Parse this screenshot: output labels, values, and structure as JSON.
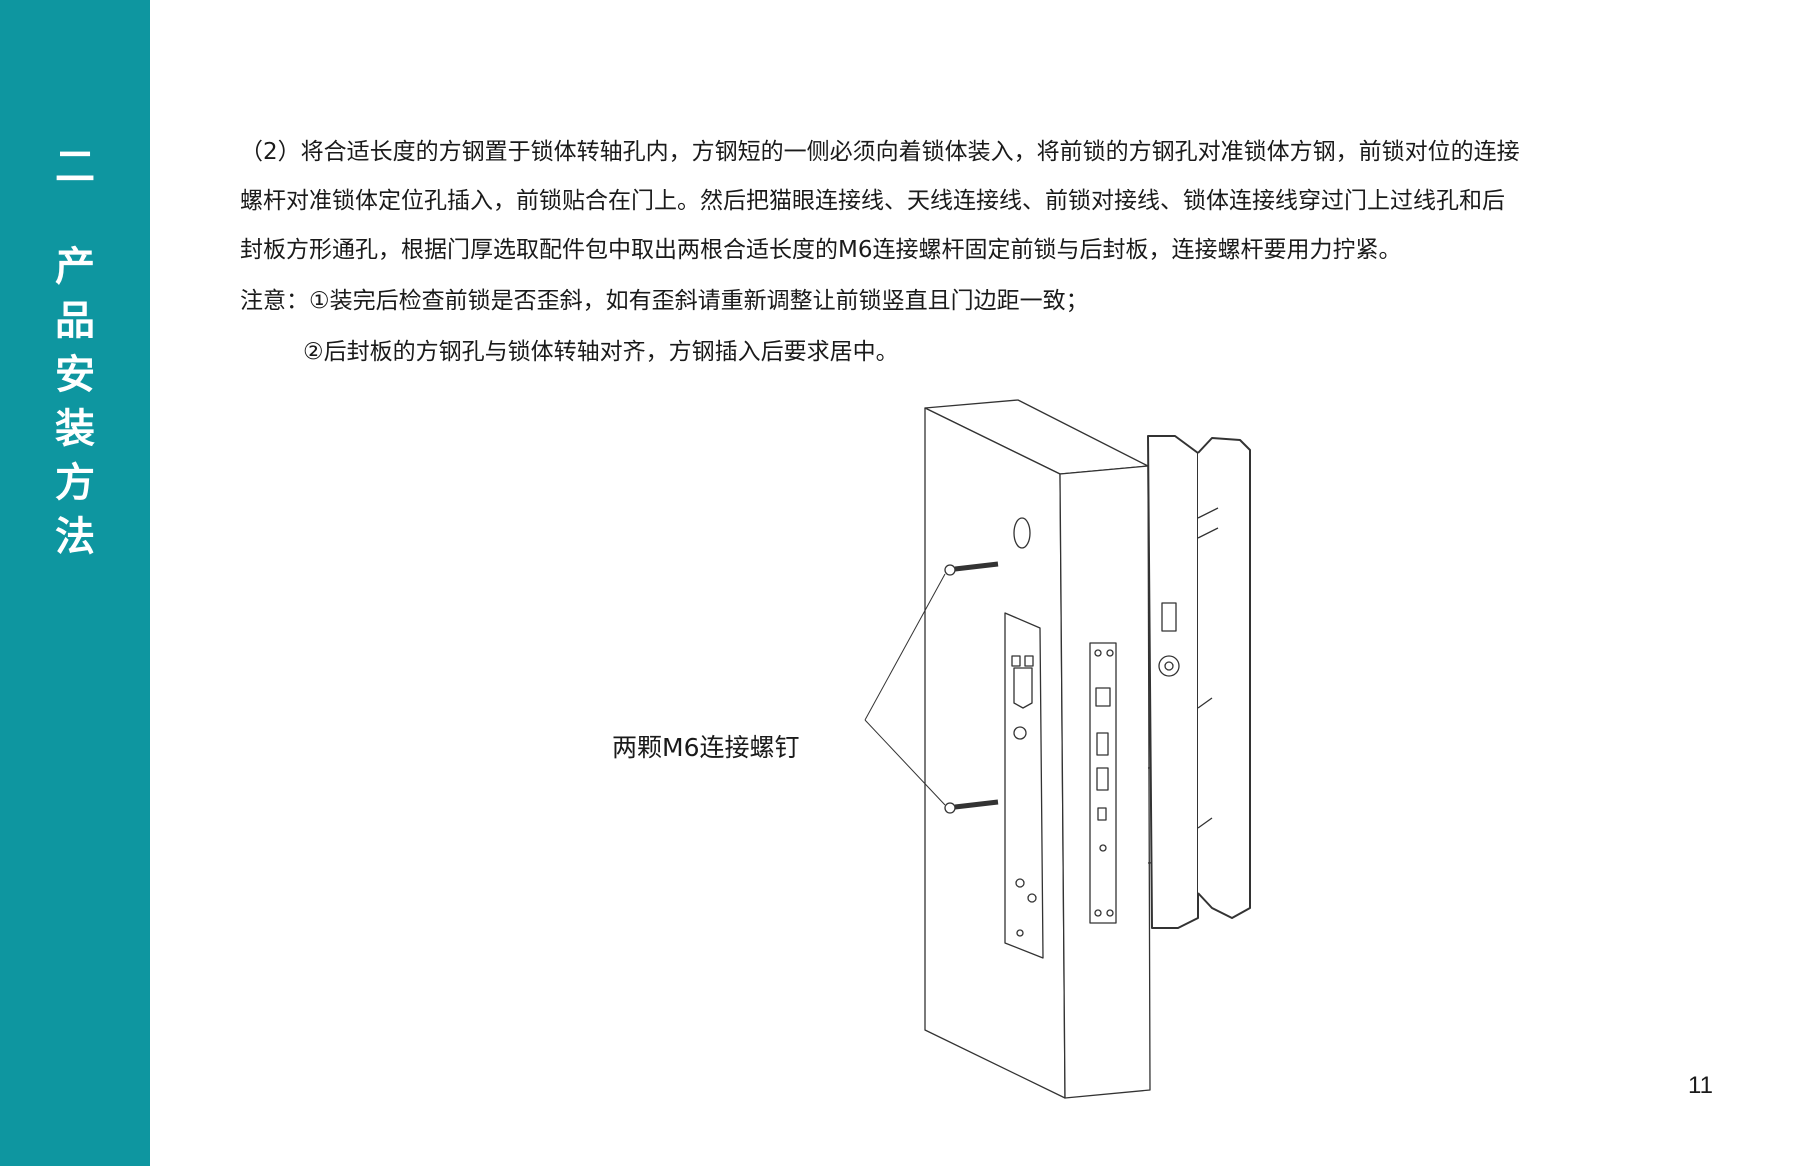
{
  "sidebar": {
    "chapter_number": "二",
    "chapter_title_chars": [
      "产",
      "品",
      "安",
      "装",
      "方",
      "法"
    ],
    "color": "#0e96a0"
  },
  "content": {
    "paragraph_lines": [
      "（2）将合适长度的方钢置于锁体转轴孔内，方钢短的一侧必须向着锁体装入，将前锁的方钢孔对准锁体方钢，前锁对位的连接",
      "螺杆对准锁体定位孔插入，前锁贴合在门上。然后把猫眼连接线、天线连接线、前锁对接线、锁体连接线穿过门上过线孔和后",
      "封板方形通孔，根据门厚选取配件包中取出两根合适长度的M6连接螺杆固定前锁与后封板，连接螺杆要用力拧紧。"
    ],
    "note_line_1": "注意：①装完后检查前锁是否歪斜，如有歪斜请重新调整让前锁竖直且门边距一致；",
    "note_line_2": "②后封板的方钢孔与锁体转轴对齐，方钢插入后要求居中。"
  },
  "figure": {
    "callout_label": "两颗M6连接螺钉"
  },
  "page_number": "11"
}
